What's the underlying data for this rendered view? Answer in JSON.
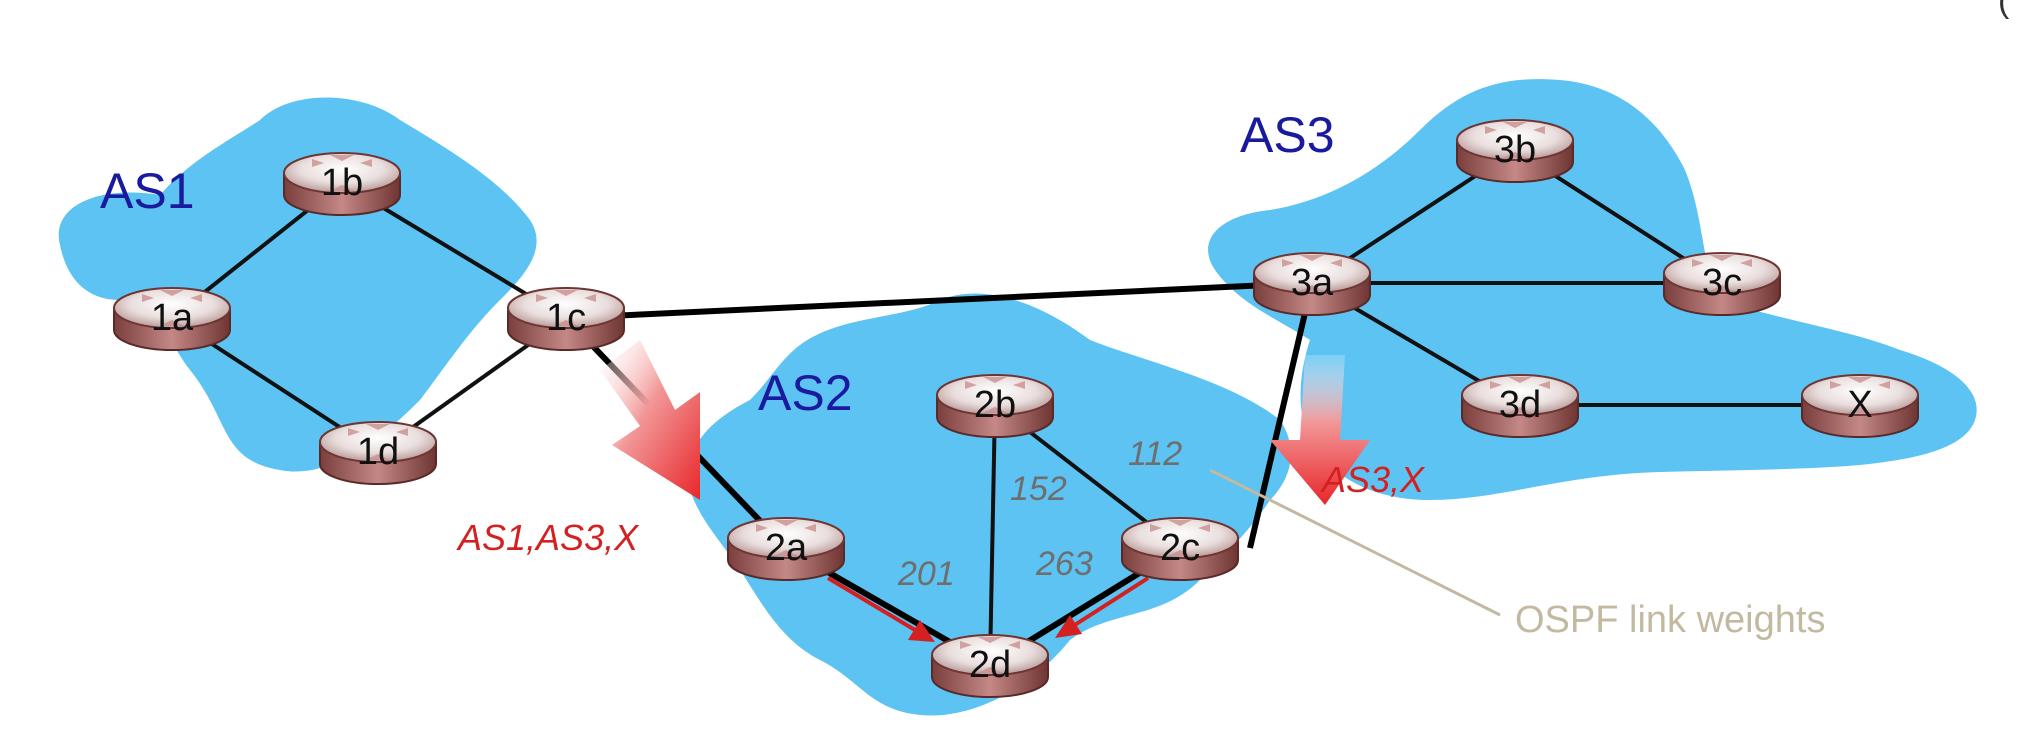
{
  "autonomous_systems": [
    {
      "id": "as1",
      "label": "AS1"
    },
    {
      "id": "as2",
      "label": "AS2"
    },
    {
      "id": "as3",
      "label": "AS3"
    }
  ],
  "routers": {
    "r1a": "1a",
    "r1b": "1b",
    "r1c": "1c",
    "r1d": "1d",
    "r2a": "2a",
    "r2b": "2b",
    "r2c": "2c",
    "r2d": "2d",
    "r3a": "3a",
    "r3b": "3b",
    "r3c": "3c",
    "r3d": "3d",
    "rx": "X"
  },
  "ospf_weights": {
    "w_2b_2c": "112",
    "w_2b_2d": "152",
    "w_2a_2d": "201",
    "w_2c_2d": "263"
  },
  "path_advertisements": {
    "from_as1": "AS1,AS3,X",
    "from_as3": "AS3,X"
  },
  "legend": {
    "ospf_weights": "OSPF link weights"
  },
  "colors": {
    "as_cloud": "#5cc3f3",
    "as_label": "#1a1a9e",
    "advertisement_arrow": "#e8262a",
    "ospf_label": "#c2b9a0",
    "router_body": "#b97a78"
  }
}
